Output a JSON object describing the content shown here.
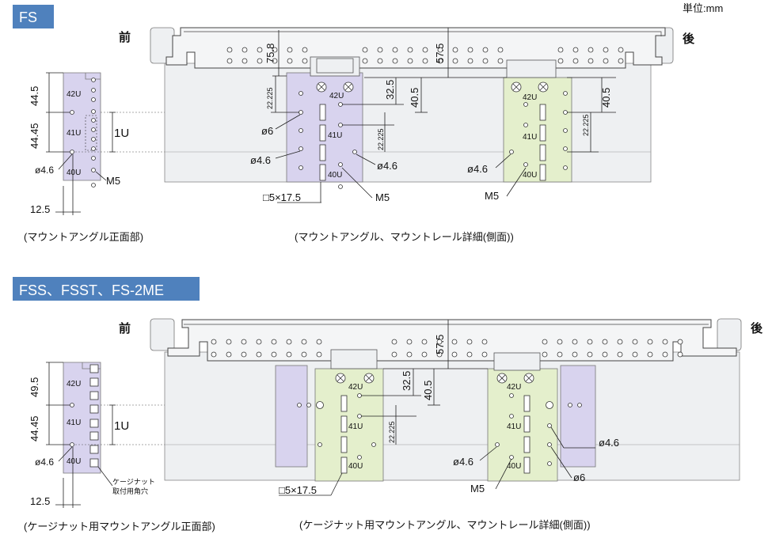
{
  "unit_label": "単位:mm",
  "sections": [
    {
      "badge": "FS",
      "front_label": "前",
      "rear_label": "後",
      "caption_front": "(マウントアングル正面部)",
      "caption_side": "(マウントアングル、マウントレール詳細(側面))",
      "u_labels": [
        "42U",
        "41U",
        "40U"
      ],
      "unit_1u": "1U",
      "dims": {
        "d44_5": "44.5",
        "d44_45": "44.45",
        "d12_5": "12.5",
        "d75_8": "75.8",
        "d57_5": "57.5",
        "d22_225a": "22.225",
        "d32_5": "32.5",
        "d40_5a": "40.5",
        "d22_225b": "22.225",
        "d40_5b": "40.5",
        "d22_225c": "22.225"
      },
      "callouts": {
        "phi4_6_left": "ø4.6",
        "m5_left": "M5",
        "phi6": "ø6",
        "phi4_6_a": "ø4.6",
        "phi4_6_b": "ø4.6",
        "sq": "□5×17.5",
        "m5_mid": "M5",
        "phi4_6_c": "ø4.6",
        "m5_right": "M5"
      }
    },
    {
      "badge": "FSS、FSST、FS-2ME",
      "front_label": "前",
      "rear_label": "後",
      "caption_front": "(ケージナット用マウントアングル正面部)",
      "caption_side": "(ケージナット用マウントアングル、マウントレール詳細(側面))",
      "u_labels": [
        "42U",
        "41U",
        "40U"
      ],
      "unit_1u": "1U",
      "cage_note_1": "ケージナット",
      "cage_note_2": "取付用角穴",
      "dims": {
        "d49_5": "49.5",
        "d44_45": "44.45",
        "d12_5": "12.5",
        "d57_5": "57.5",
        "d32_5": "32.5",
        "d40_5": "40.5",
        "d22_225": "22.225"
      },
      "callouts": {
        "phi4_6_left": "ø4.6",
        "sq": "□5×17.5",
        "phi4_6_a": "ø4.6",
        "m5": "M5",
        "phi4_6_b": "ø4.6",
        "phi6": "ø6"
      }
    }
  ]
}
